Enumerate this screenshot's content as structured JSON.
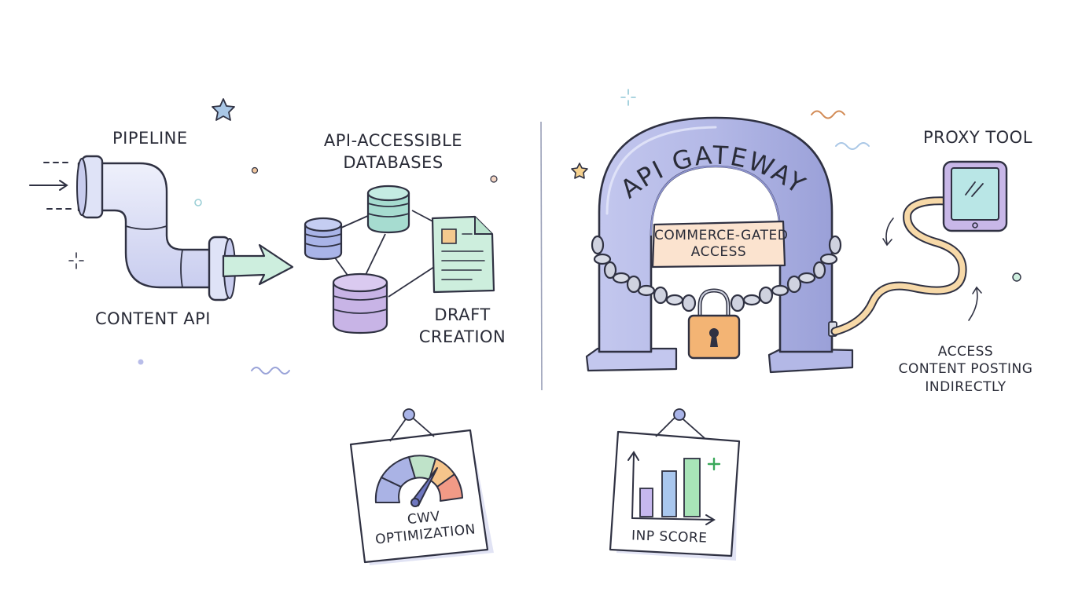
{
  "labels": {
    "pipeline": "PIPELINE",
    "content_api": "CONTENT API",
    "api_databases_line1": "API-ACCESSIBLE",
    "api_databases_line2": "DATABASES",
    "draft_line1": "DRAFT",
    "draft_line2": "CREATION",
    "api_gateway": "API GATEWAY",
    "commerce_line1": "COMMERCE-GATED",
    "commerce_line2": "ACCESS",
    "proxy_tool": "PROXY TOOL",
    "access_line1": "ACCESS",
    "access_line2": "CONTENT POSTING",
    "access_line3": "INDIRECTLY",
    "cwv_line1": "CWV",
    "cwv_line2": "OPTIMIZATION",
    "inp_score": "INP SCORE"
  },
  "colors": {
    "ink": "#2f3142",
    "pipe": "#dfe3f7",
    "arrow": "#cdeede",
    "db_blue": "#a9b4e8",
    "db_teal": "#a6dcd0",
    "db_purple": "#c8b4e6",
    "doc": "#cdeedd",
    "doc_accent": "#f4c98e",
    "gateway": "#b8bde9",
    "sign": "#fbe3cf",
    "lock": "#f3b474",
    "cable": "#f7d9a8",
    "tablet": "#c8b7e8",
    "screen": "#b9e6e6",
    "gauge_blue": "#aab3e5",
    "gauge_green": "#bfe3c9",
    "gauge_orange": "#f6c58b",
    "gauge_red": "#f29a86",
    "bar_purple": "#c6b8ee",
    "bar_blue": "#a9c7ee",
    "bar_green": "#a8e4b8",
    "plus_green": "#3aa85a"
  },
  "icons": [
    "star-icon",
    "sparkle-icon",
    "squiggle-icon",
    "dot-icon",
    "lock-icon",
    "gauge-icon",
    "bar-chart-icon",
    "tablet-icon",
    "database-icon",
    "document-icon",
    "pipe-icon",
    "chain-icon"
  ]
}
